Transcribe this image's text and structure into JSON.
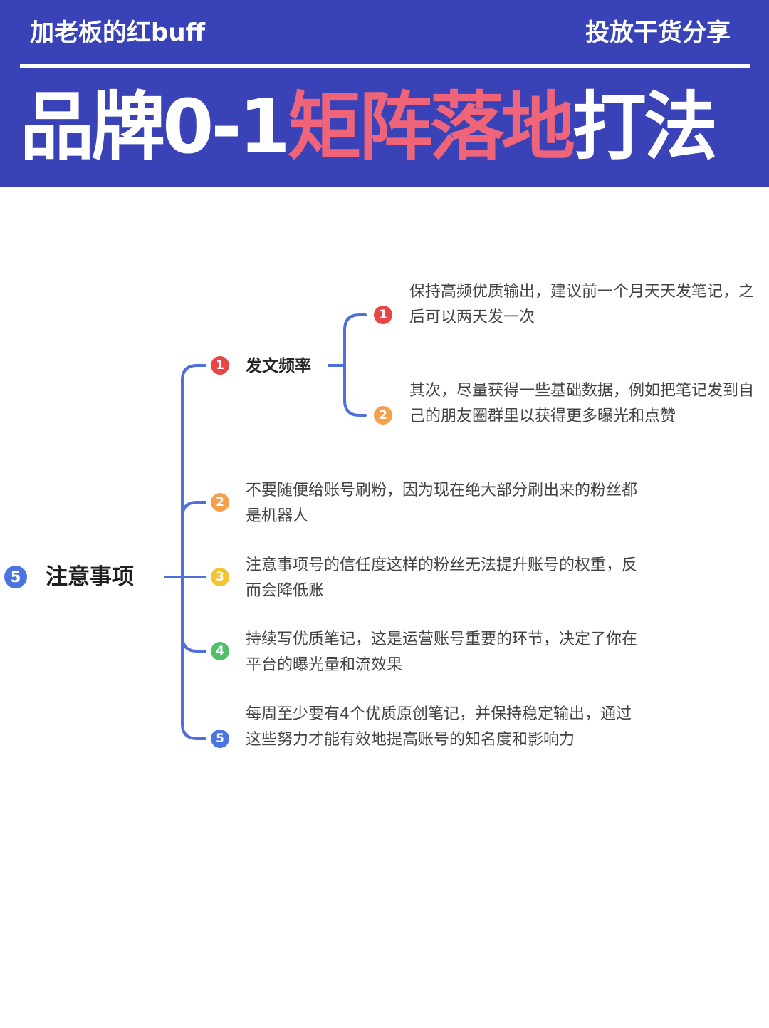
{
  "header": {
    "top_left": "加老板的红buff",
    "top_right": "投放干货分享",
    "title": {
      "part1": "品牌0-1",
      "part2": "矩阵落地",
      "part3": "打法"
    }
  },
  "mindmap": {
    "root": {
      "badge": "5",
      "label": "注意事项"
    },
    "branch1": {
      "badge": "1",
      "label": "发文频率",
      "children": [
        {
          "badge": "1",
          "text": "保持高频优质输出，建议前一个月天天发笔记，之后可以两天发一次"
        },
        {
          "badge": "2",
          "text": "其次，尽量获得一些基础数据，例如把笔记发到自己的朋友圈群里以获得更多曝光和点赞"
        }
      ]
    },
    "items": [
      {
        "badge": "2",
        "text": "不要随便给账号刷粉，因为现在绝大部分刷出来的粉丝都是机器人"
      },
      {
        "badge": "3",
        "text": "注意事项号的信任度这样的粉丝无法提升账号的权重，反而会降低账"
      },
      {
        "badge": "4",
        "text": "持续写优质笔记，这是运营账号重要的环节，决定了你在平台的曝光量和流效果"
      },
      {
        "badge": "5",
        "text": "每周至少要有4个优质原创笔记，并保持稳定输出，通过这些努力才能有效地提高账号的知名度和影响力"
      }
    ]
  },
  "colors": {
    "header_bg": "#3943b7",
    "title_accent": "#f0647a",
    "connector": "#4f6fdc",
    "badge_red": "#e84646",
    "badge_orange": "#f5a04a",
    "badge_yellow": "#f3c42f",
    "badge_green": "#4fbf6a",
    "badge_blue": "#4b74e3"
  }
}
